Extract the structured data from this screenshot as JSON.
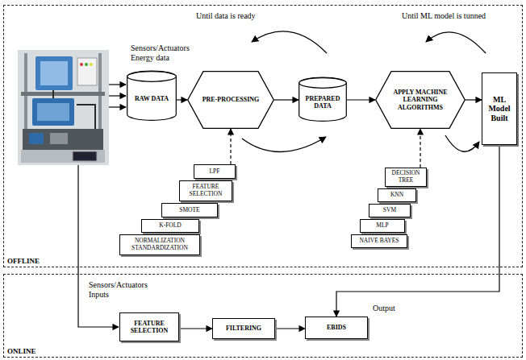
{
  "diagram": {
    "nodes": [
      {
        "text": [
          "OFFLINE"
        ]
      },
      {
        "text": [
          "RAW DATA"
        ],
        "in": 0
      },
      {
        "text": [
          "PRE-PROCESSING"
        ],
        "in": 0
      },
      {
        "text": [
          "PREPARED DATA"
        ],
        "in": 0
      },
      {
        "text": [
          "APPLY MACHINE LEARNING ALGORITHMS"
        ],
        "in": 0
      },
      {
        "text": [
          "ML Model Built"
        ],
        "in": 0
      },
      {
        "text": [
          "LPF"
        ],
        "in": 0
      },
      {
        "text": [
          "FEATURE SELECTION"
        ],
        "in": 0
      },
      {
        "text": [
          "SMOTE"
        ],
        "in": 0
      },
      {
        "text": [
          "K-FOLD"
        ],
        "in": 0
      },
      {
        "text": [
          "NORMALIZATION STANDARDIZATION"
        ],
        "in": 0
      },
      {
        "text": [
          "DECISION TREE"
        ],
        "in": 0
      },
      {
        "text": [
          "KNN"
        ],
        "in": 0
      },
      {
        "text": [
          "SVM"
        ],
        "in": 0
      },
      {
        "text": [
          "MLP"
        ],
        "in": 0
      },
      {
        "text": [
          "NAIVE BAYES"
        ],
        "in": 0
      },
      {
        "text": [
          "ONLINE"
        ]
      },
      {
        "text": [
          "FEATURE SELECTION"
        ],
        "in": 16
      },
      {
        "text": [
          "FILTERING"
        ],
        "in": 16
      },
      {
        "text": [
          "EBIDS"
        ],
        "in": 16
      }
    ],
    "edges": [
      {
        "from": 1,
        "to": 2,
        "arrow": "to"
      },
      {
        "from": 2,
        "to": 3,
        "arrow": "to"
      },
      {
        "from": 3,
        "to": 4,
        "arrow": "to"
      },
      {
        "from": 4,
        "to": 5,
        "arrow": "to"
      },
      {
        "from": 6,
        "to": 2,
        "arrow": "to"
      },
      {
        "from": 11,
        "to": 4,
        "arrow": "to"
      },
      {
        "from": 5,
        "to": 19,
        "arrow": "to"
      },
      {
        "from": 17,
        "to": 18,
        "arrow": "to"
      },
      {
        "from": 18,
        "to": 19,
        "arrow": "to"
      }
    ],
    "labels": [
      "Until data is ready",
      "Until ML model is tunned",
      "Sensors/Actuators Energy data",
      "Sensors/Actuators Inputs",
      "Output"
    ]
  }
}
